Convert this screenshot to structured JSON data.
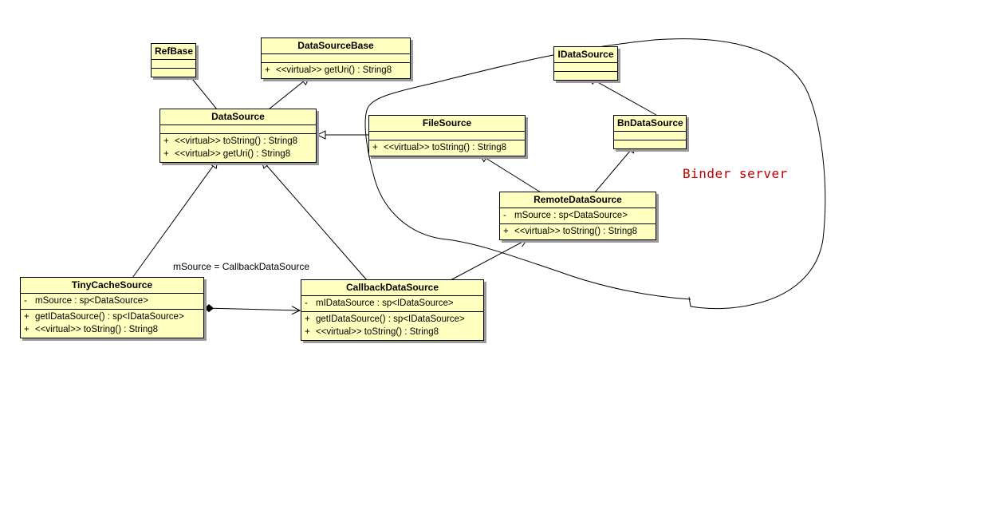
{
  "classes": {
    "refbase": {
      "name": "RefBase",
      "members": [],
      "methods": []
    },
    "datasourcebase": {
      "name": "DataSourceBase",
      "members": [],
      "methods": [
        {
          "vis": "+",
          "text": "<<virtual>>  getUri() : String8"
        }
      ]
    },
    "datasource": {
      "name": "DataSource",
      "members": [],
      "methods": [
        {
          "vis": "+",
          "text": "<<virtual>>  toString() : String8"
        },
        {
          "vis": "+",
          "text": "<<virtual>>  getUri() : String8"
        }
      ]
    },
    "filesource": {
      "name": "FileSource",
      "members": [],
      "methods": [
        {
          "vis": "+",
          "text": "<<virtual>>  toString() : String8"
        }
      ]
    },
    "idatasource": {
      "name": "IDataSource",
      "members": [],
      "methods": []
    },
    "bndatasource": {
      "name": "BnDataSource",
      "members": [],
      "methods": []
    },
    "remotedatasource": {
      "name": "RemoteDataSource",
      "members": [
        {
          "vis": "-",
          "text": "mSource : sp<DataSource>"
        }
      ],
      "methods": [
        {
          "vis": "+",
          "text": "<<virtual>>  toString() : String8"
        }
      ]
    },
    "tinycachesource": {
      "name": "TinyCacheSource",
      "members": [
        {
          "vis": "-",
          "text": "mSource : sp<DataSource>"
        }
      ],
      "methods": [
        {
          "vis": "+",
          "text": "getIDataSource() : sp<IDataSource>"
        },
        {
          "vis": "+",
          "text": "<<virtual>>  toString() : String8"
        }
      ]
    },
    "callbackdatasource": {
      "name": "CallbackDataSource",
      "members": [
        {
          "vis": "-",
          "text": "mIDataSource : sp<IDataSource>"
        }
      ],
      "methods": [
        {
          "vis": "+",
          "text": "getIDataSource() : sp<IDataSource>"
        },
        {
          "vis": "+",
          "text": "<<virtual>>  toString() : String8"
        }
      ]
    }
  },
  "annotations": {
    "msource_note": "mSource = CallbackDataSource",
    "binder_label": "Binder server"
  },
  "colors": {
    "class_fill": "#ffffc0",
    "binder_label": "#c00000"
  }
}
